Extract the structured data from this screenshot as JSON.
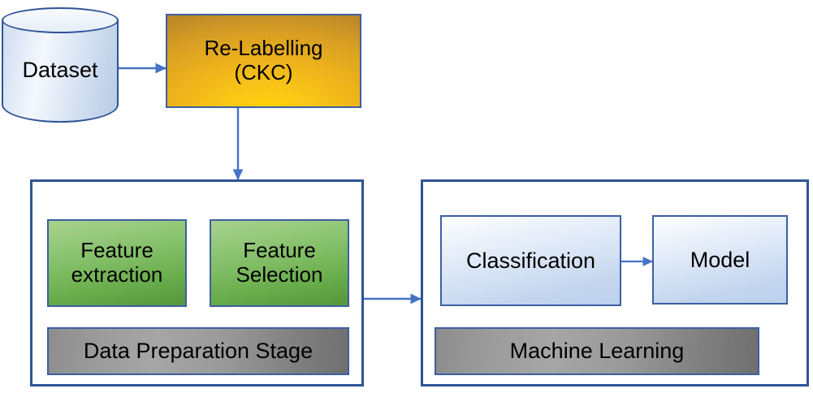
{
  "diagram": {
    "title": "Machine learning pipeline flowchart",
    "background": "#ffffff",
    "colors": {
      "connector": "#4472C4",
      "border_blue": "#3B5FA4",
      "container_border": "#2F5496",
      "gold_fill": "#EEB31B",
      "green_fill": "#7FBC63",
      "gray_fill": "#A6A6A6",
      "blue_fill": "#D2E0F3"
    }
  },
  "nodes": {
    "dataset": {
      "label": "Dataset",
      "shape": "cylinder"
    },
    "relabelling": {
      "label": "Re-Labelling\n(CKC)",
      "shape": "rectangle"
    },
    "feature_extraction": {
      "label": "Feature\nextraction",
      "shape": "rectangle"
    },
    "feature_selection": {
      "label": "Feature\nSelection",
      "shape": "rectangle"
    },
    "data_preparation_stage": {
      "label": "Data Preparation Stage",
      "shape": "bar"
    },
    "classification": {
      "label": "Classification",
      "shape": "rectangle"
    },
    "model": {
      "label": "Model",
      "shape": "rectangle"
    },
    "machine_learning": {
      "label": "Machine Learning",
      "shape": "bar"
    }
  },
  "containers": {
    "data_prep": {
      "name": "Data Preparation Stage container"
    },
    "machine_learning": {
      "name": "Machine Learning container"
    }
  },
  "connectors": [
    {
      "from": "dataset",
      "to": "relabelling",
      "direction": "right"
    },
    {
      "from": "relabelling",
      "to": "data_prep",
      "direction": "down"
    },
    {
      "from": "data_prep",
      "to": "machine_learning",
      "direction": "right"
    },
    {
      "from": "classification",
      "to": "model",
      "direction": "right"
    }
  ]
}
